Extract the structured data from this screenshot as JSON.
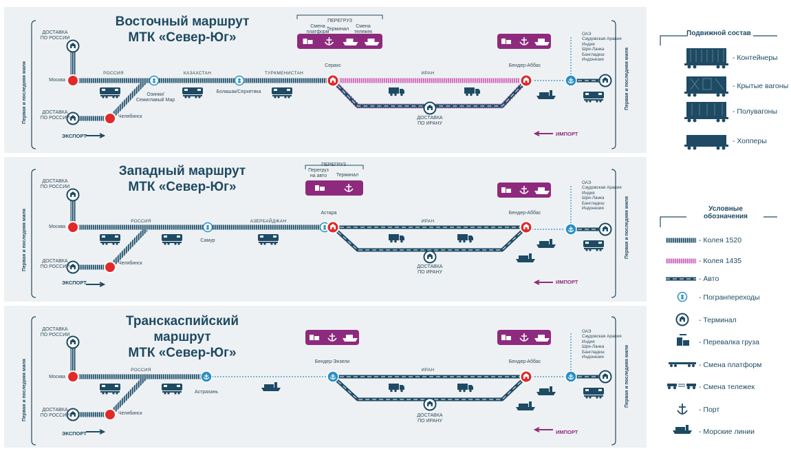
{
  "colors": {
    "rail1520": "#1e4a63",
    "rail1435": "#c65fb5",
    "auto": "#1e4a63",
    "city": "#e02a2a",
    "border": "#2a8fc4",
    "accent": "#8e2a7e",
    "panel": "#eef1f3"
  },
  "common": {
    "delivery_russia": "ДОСТАВКА\nПО РОССИИ",
    "delivery_iran": "ДОСТАВКА\nПО ИРАНУ",
    "moscow": "Москва",
    "chelyabinsk": "Челябинск",
    "bandar_abbas": "Бендер-Аббас",
    "first_last_mile": "Первая и последняя миля",
    "export": "ЭКСПОРТ",
    "import": "ИМПОРТ",
    "russia": "РОССИЯ",
    "iran": "ИРАН",
    "countries": "ОАЭ\nСаудовская Аравия\nИндия\nШри-Ланка\nБангладеш\nИндонезия"
  },
  "route1": {
    "title_line1": "Восточный маршрут",
    "title_line2": "МТК «Север-Юг»",
    "kazakhstan": "КАЗАХСТАН",
    "turkmenistan": "ТУРКМЕНИСТАН",
    "ozinki": "Озинки/\nСемиглавый Мар",
    "bolashak": "Болашак/Серхетяка",
    "serakhs": "Серахс",
    "transship": "ПЕРЕГРУЗ",
    "platform_change": "Смена\nплатформ",
    "terminal": "Терминал",
    "bogie_change": "Смена\nтележек"
  },
  "route2": {
    "title_line1": "Западный маршрут",
    "title_line2": "МТК «Север-Юг»",
    "azerbaijan": "АЗЕРБАЙДЖАН",
    "samur": "Самур",
    "astara": "Астара",
    "transship": "ПЕРЕГРУЗ",
    "to_auto": "Перегруз\nна авто",
    "terminal": "Терминал"
  },
  "route3": {
    "title_line1": "Транскаспийский маршрут",
    "title_line2": "МТК «Север-Юг»",
    "astrakhan": "Астрахань",
    "bandar_anzali": "Бендер-Энзели"
  },
  "legend": {
    "rolling_title": "Подвижной состав",
    "rolling": [
      "- Контейнеры",
      "- Крытые вагоны",
      "- Полувагоны",
      "- Хопперы"
    ],
    "symbols_title": "Условные\nобозначения",
    "symbols": [
      "- Колея 1520",
      "- Колея 1435",
      "- Авто",
      "- Погранпереходы",
      "- Терминал",
      "- Перевалка груза",
      "- Смена платформ",
      "- Смена тележек",
      "- Порт",
      "- Морские линии"
    ]
  }
}
